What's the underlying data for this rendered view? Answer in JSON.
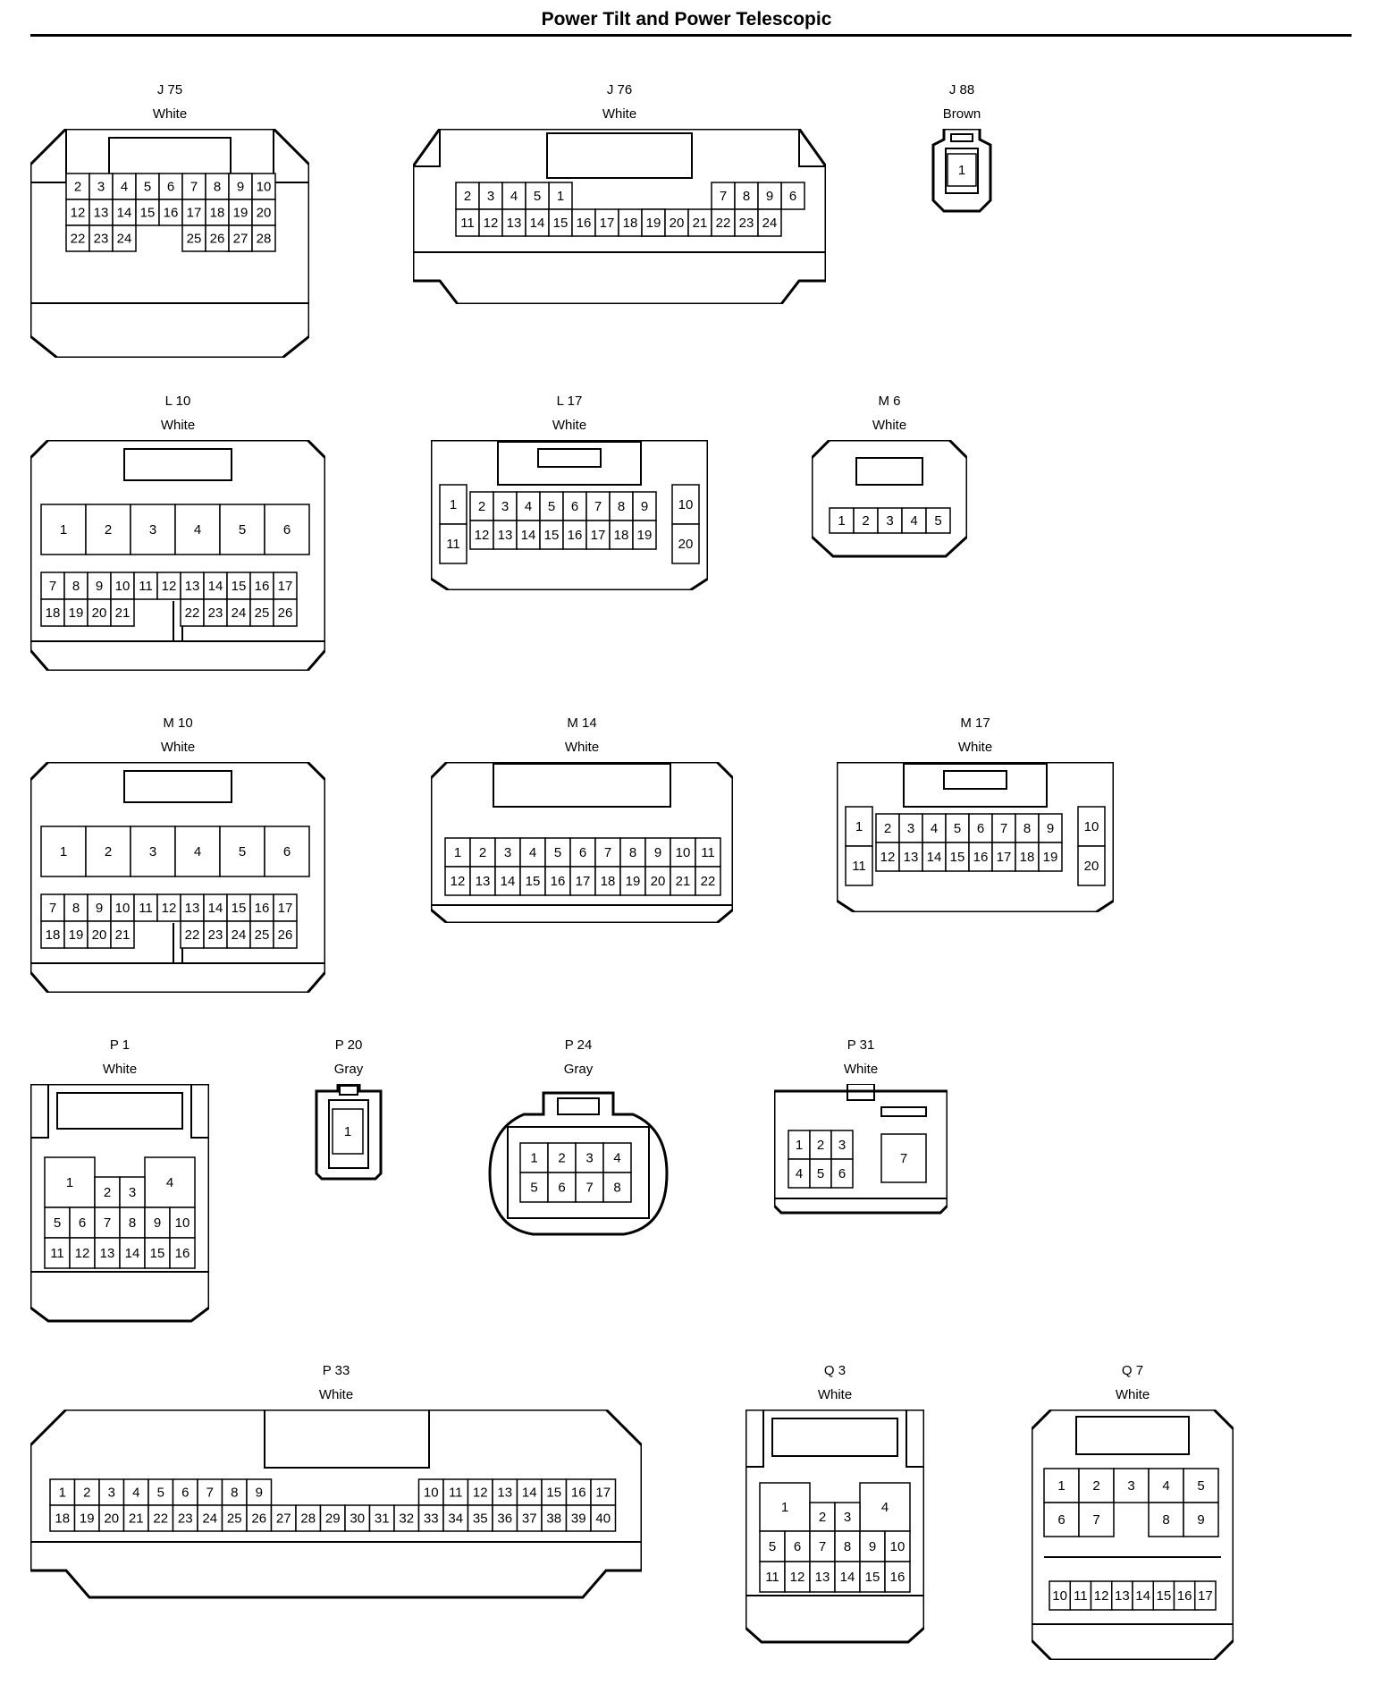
{
  "title": "Power Tilt and Power Telescopic",
  "connectors": [
    {
      "id": "J 75",
      "color": "White"
    },
    {
      "id": "J 76",
      "color": "White"
    },
    {
      "id": "J 88",
      "color": "Brown"
    },
    {
      "id": "L 10",
      "color": "White"
    },
    {
      "id": "L 17",
      "color": "White"
    },
    {
      "id": "M 6",
      "color": "White"
    },
    {
      "id": "M 10",
      "color": "White"
    },
    {
      "id": "M 14",
      "color": "White"
    },
    {
      "id": "M 17",
      "color": "White"
    },
    {
      "id": "P 1",
      "color": "White"
    },
    {
      "id": "P 20",
      "color": "Gray"
    },
    {
      "id": "P 24",
      "color": "Gray"
    },
    {
      "id": "P 31",
      "color": "White"
    },
    {
      "id": "P 33",
      "color": "White"
    },
    {
      "id": "Q 3",
      "color": "White"
    },
    {
      "id": "Q 7",
      "color": "White"
    }
  ]
}
